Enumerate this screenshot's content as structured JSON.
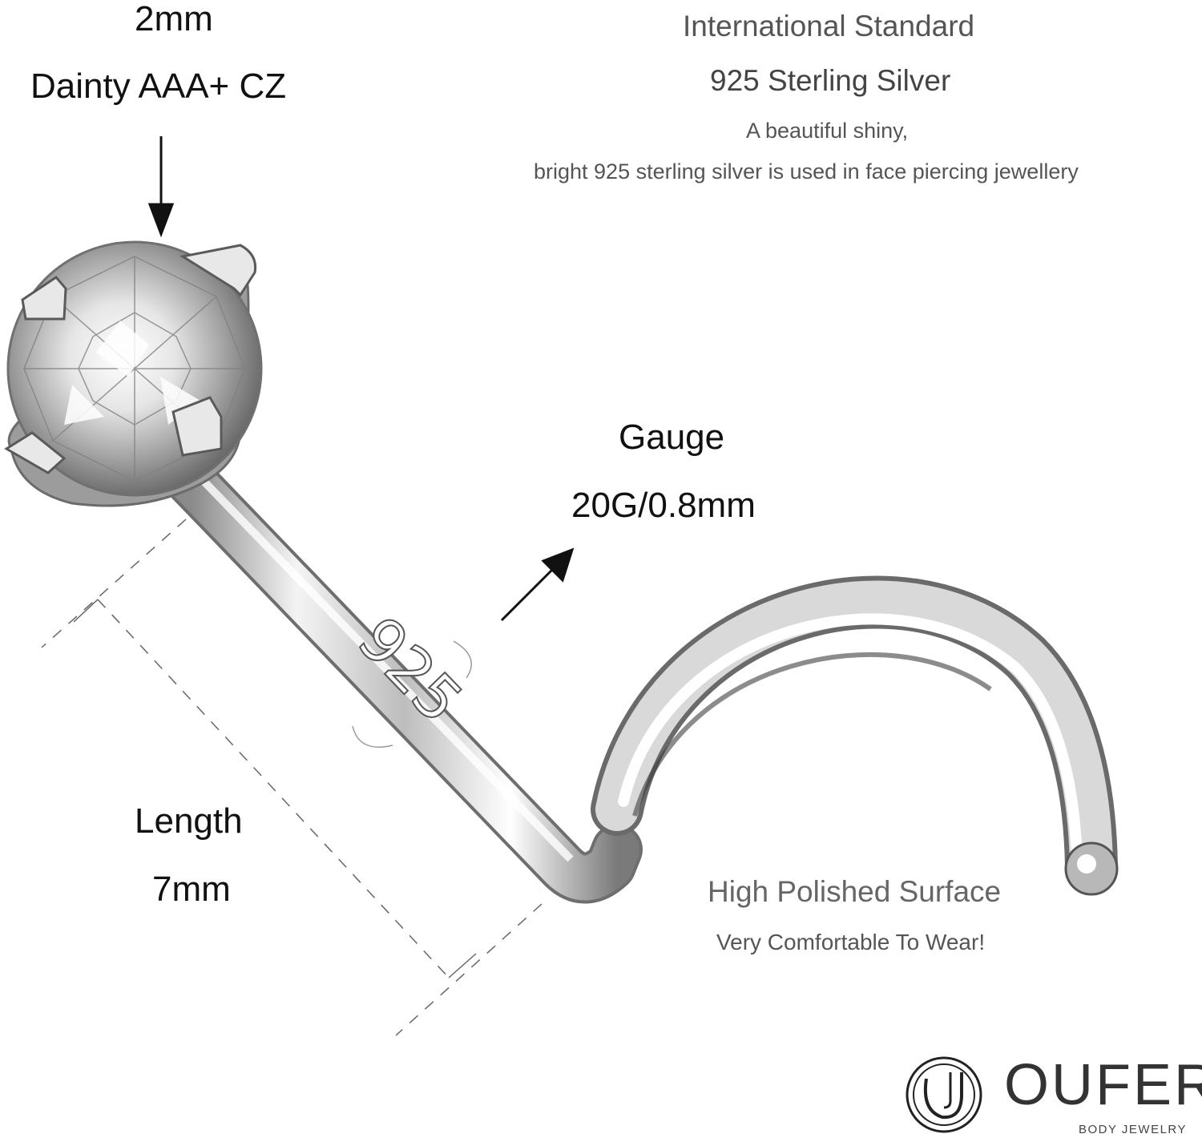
{
  "specs": {
    "stone_size": "2mm",
    "stone_type": "Dainty AAA+ CZ",
    "gauge_label": "Gauge",
    "gauge_value": "20G/0.8mm",
    "length_label": "Length",
    "length_value": "7mm"
  },
  "standard": {
    "title": "International Standard",
    "material": "925 Sterling Silver",
    "description_line1": "A beautiful shiny,",
    "description_line2": "bright 925 sterling silver is used in face piercing jewellery"
  },
  "surface": {
    "title": "High Polished Surface",
    "description": "Very Comfortable To Wear!"
  },
  "product": {
    "stamp": "925"
  },
  "brand": {
    "name": "OUFER",
    "tagline": "BODY JEWELRY"
  },
  "colors": {
    "background": "#ffffff",
    "text_dark": "#111111",
    "text_gray": "#555555",
    "metal": "#c8c8c8"
  }
}
